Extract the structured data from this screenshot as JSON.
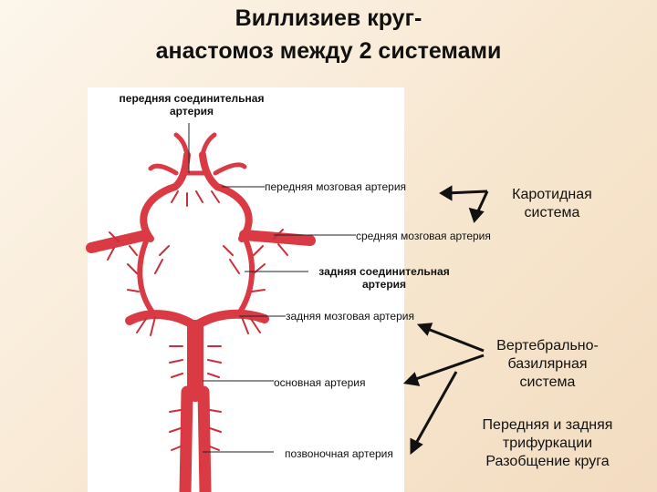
{
  "title": {
    "line1": "Виллизиев круг-",
    "line2": "анастомоз между 2 системами"
  },
  "labels": {
    "acom_line1": "передняя соединительная",
    "acom_line2": "артерия",
    "aca": "передняя мозговая артерия",
    "mca": "средняя мозговая артерия",
    "pcom_line1": "задняя соединительная",
    "pcom_line2": "артерия",
    "pca": "задняя мозговая артерия",
    "basilar": "основная артерия",
    "vertebral": "позвоночная артерия"
  },
  "systems": {
    "carotid_line1": "Каротидная",
    "carotid_line2": "система",
    "vb_line1": "Вертебрально-",
    "vb_line2": "базилярная",
    "vb_line3": "система",
    "note_line1": "Передняя и задняя",
    "note_line2": "трифуркации",
    "note_line3": "Разобщение круга"
  },
  "colors": {
    "artery": "#d93a44",
    "artery_dark": "#a82230",
    "panel": "#ffffff"
  }
}
